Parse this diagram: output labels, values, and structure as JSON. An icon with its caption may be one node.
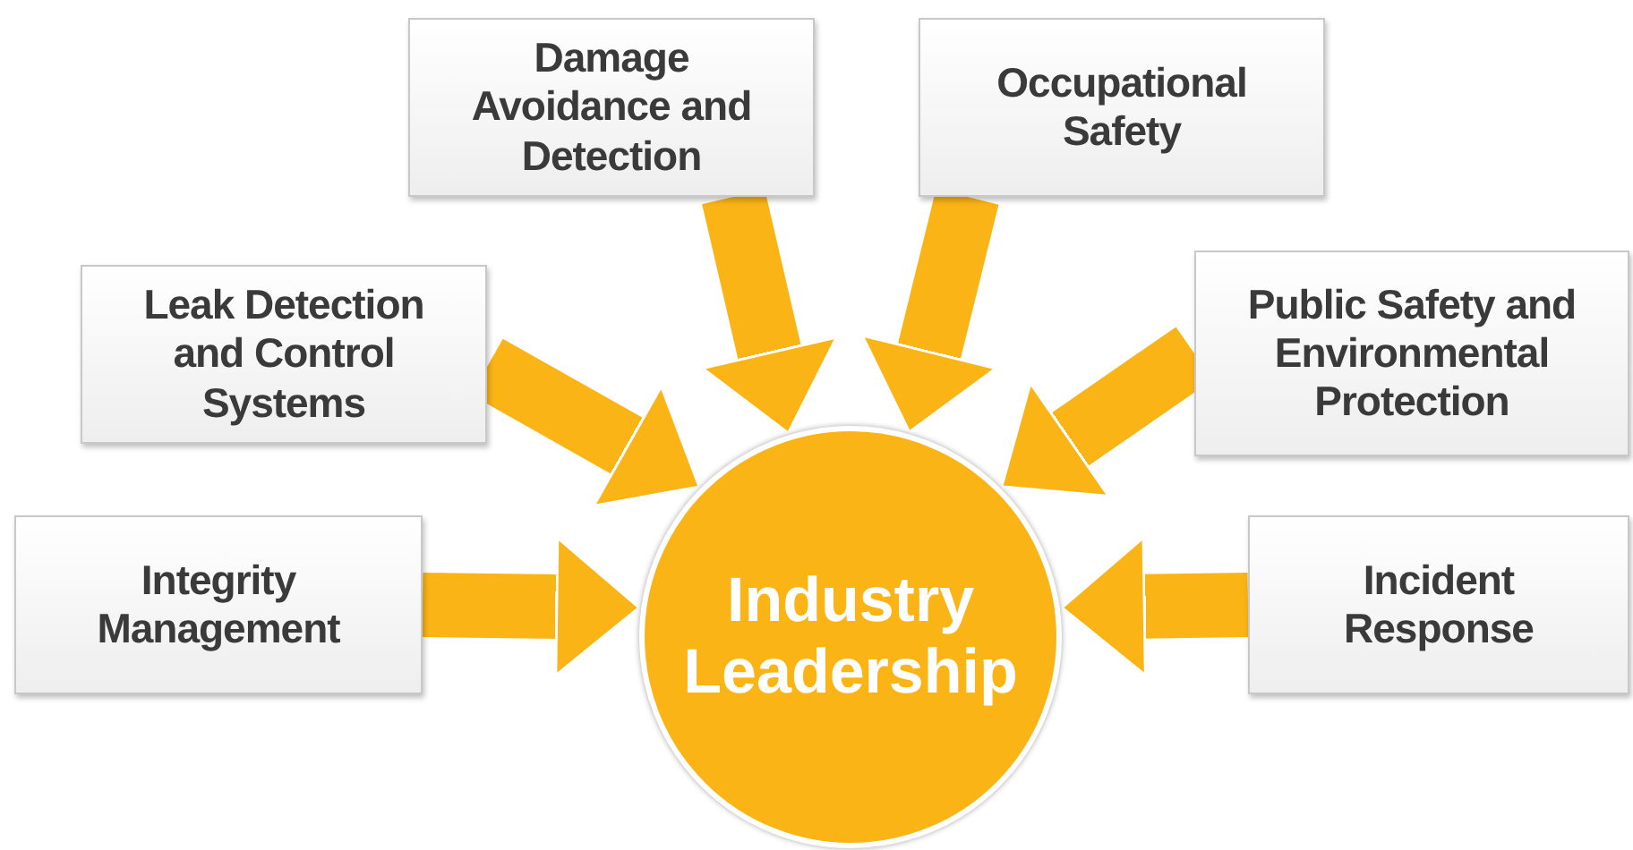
{
  "diagram": {
    "nodes": [
      {
        "text": [
          "Industry Leadership"
        ]
      },
      {
        "text": [
          "Damage Avoidance and Detection"
        ]
      },
      {
        "text": [
          "Occupational Safety"
        ]
      },
      {
        "text": [
          "Leak Detection and Control Systems"
        ]
      },
      {
        "text": [
          "Public Safety and Environmental Protection"
        ]
      },
      {
        "text": [
          "Integrity Management"
        ]
      },
      {
        "text": [
          "Incident Response"
        ]
      }
    ],
    "edges": [
      {
        "from": 1,
        "to": 0,
        "arrow": "to"
      },
      {
        "from": 2,
        "to": 0,
        "arrow": "to"
      },
      {
        "from": 3,
        "to": 0,
        "arrow": "to"
      },
      {
        "from": 4,
        "to": 0,
        "arrow": "to"
      },
      {
        "from": 5,
        "to": 0,
        "arrow": "to"
      },
      {
        "from": 6,
        "to": 0,
        "arrow": "to"
      }
    ]
  }
}
